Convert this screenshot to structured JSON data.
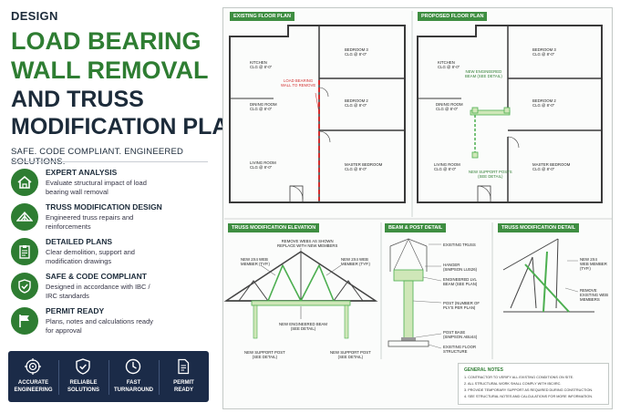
{
  "left": {
    "eyebrow": "DESIGN",
    "title_lines": [
      "LOAD BEARING",
      "WALL REMOVAL",
      "AND TRUSS",
      "MODIFICATION PLANS"
    ],
    "tagline": "SAFE. CODE COMPLIANT. ENGINEERED SOLUTIONS.",
    "features": [
      {
        "icon": "house-icon",
        "title": "EXPERT ANALYSIS",
        "desc": "Evaluate structural impact of load bearing wall removal"
      },
      {
        "icon": "truss-icon",
        "title": "TRUSS MODIFICATION DESIGN",
        "desc": "Engineered truss repairs and reinforcements"
      },
      {
        "icon": "clipboard-icon",
        "title": "DETAILED PLANS",
        "desc": "Clear demolition, support and modification drawings"
      },
      {
        "icon": "shield-check-icon",
        "title": "SAFE & CODE COMPLIANT",
        "desc": "Designed in accordance with IBC / IRC standards"
      },
      {
        "icon": "flag-icon",
        "title": "PERMIT READY",
        "desc": "Plans, notes and calculations ready for approval"
      }
    ],
    "badges": [
      {
        "icon": "target-icon",
        "line1": "ACCURATE",
        "line2": "ENGINEERING"
      },
      {
        "icon": "shield-icon",
        "line1": "RELIABLE",
        "line2": "SOLUTIONS"
      },
      {
        "icon": "clock-icon",
        "line1": "FAST",
        "line2": "TURNAROUND"
      },
      {
        "icon": "document-icon",
        "line1": "PERMIT",
        "line2": "READY"
      }
    ]
  },
  "existing": {
    "title": "EXISTING FLOOR PLAN",
    "rooms": [
      {
        "name": "KITCHEN",
        "clg": "CLG @ 8'-0\""
      },
      {
        "name": "BEDROOM 3",
        "clg": "CLG @ 8'-0\""
      },
      {
        "name": "BEDROOM 2",
        "clg": "CLG @ 8'-0\""
      },
      {
        "name": "DINING ROOM",
        "clg": "CLG @ 8'-0\""
      },
      {
        "name": "LIVING ROOM",
        "clg": "CLG @ 8'-0\""
      },
      {
        "name": "MASTER BEDROOM",
        "clg": "CLG @ 8'-0\""
      }
    ],
    "callout": [
      "LOAD BEARING",
      "WALL TO REMOVE"
    ]
  },
  "proposed": {
    "title": "PROPOSED FLOOR PLAN",
    "rooms": [
      {
        "name": "KITCHEN",
        "clg": "CLG @ 8'-0\""
      },
      {
        "name": "BEDROOM 3",
        "clg": "CLG @ 8'-0\""
      },
      {
        "name": "BEDROOM 2",
        "clg": "CLG @ 8'-0\""
      },
      {
        "name": "DINING ROOM",
        "clg": "CLG @ 8'-0\""
      },
      {
        "name": "LIVING ROOM",
        "clg": "CLG @ 8'-0\""
      },
      {
        "name": "MASTER BEDROOM",
        "clg": "CLG @ 8'-0\""
      }
    ],
    "beam_callout": [
      "NEW ENGINEERED",
      "BEAM (SEE DETAIL)"
    ],
    "post_callout": [
      "NEW SUPPORT POSTS",
      "(SEE DETAIL)"
    ]
  },
  "elevation": {
    "title": "TRUSS MODIFICATION ELEVATION",
    "remove_note": [
      "REMOVE WEBS AS SHOWN",
      "REPLACE WITH NEW MEMBERS"
    ],
    "web_left": [
      "NEW 2x4 WEB",
      "MEMBER (TYP.)"
    ],
    "web_right": [
      "NEW 2x4 WEB",
      "MEMBER (TYP.)"
    ],
    "beam_note": [
      "NEW ENGINEERED BEAM",
      "(SEE DETAIL)"
    ],
    "post_left": [
      "NEW SUPPORT POST",
      "(SEE DETAIL)"
    ],
    "post_right": [
      "NEW SUPPORT POST",
      "(SEE DETAIL)"
    ]
  },
  "beam_post": {
    "title": "BEAM & POST DETAIL",
    "labels": [
      [
        "EXISTING TRUSS"
      ],
      [
        "HANGER",
        "(SIMPSON LUS26)"
      ],
      [
        "ENGINEERED LVL",
        "BEAM (SEE PLAN)"
      ],
      [
        "POST (NUMBER OF",
        "PLY'S PER PLAN)"
      ],
      [
        "POST BASE",
        "(SIMPSON ABU44)"
      ],
      [
        "EXISTING FLOOR",
        "STRUCTURE"
      ]
    ]
  },
  "truss_detail": {
    "title": "TRUSS MODIFICATION DETAIL",
    "labels": [
      [
        "NEW 2x4",
        "WEB MEMBER",
        "(TYP.)"
      ],
      [
        "REMOVE",
        "EXISTING WEB",
        "MEMBERS"
      ]
    ]
  },
  "notes": {
    "title": "GENERAL NOTES",
    "items": [
      "1. CONTRACTOR TO VERIFY ALL EXISTING CONDITIONS ON SITE.",
      "2. ALL STRUCTURAL WORK SHALL COMPLY WITH IBC/IRC.",
      "3. PROVIDE TEMPORARY SUPPORT AS REQUIRED DURING CONSTRUCTION.",
      "4. SEE STRUCTURAL NOTES AND CALCULATIONS FOR MORE INFORMATION."
    ]
  },
  "colors": {
    "green": "#2e7d32",
    "navy": "#1b2b48",
    "red": "#d32f2f",
    "light_green": "#cfe7b8"
  }
}
